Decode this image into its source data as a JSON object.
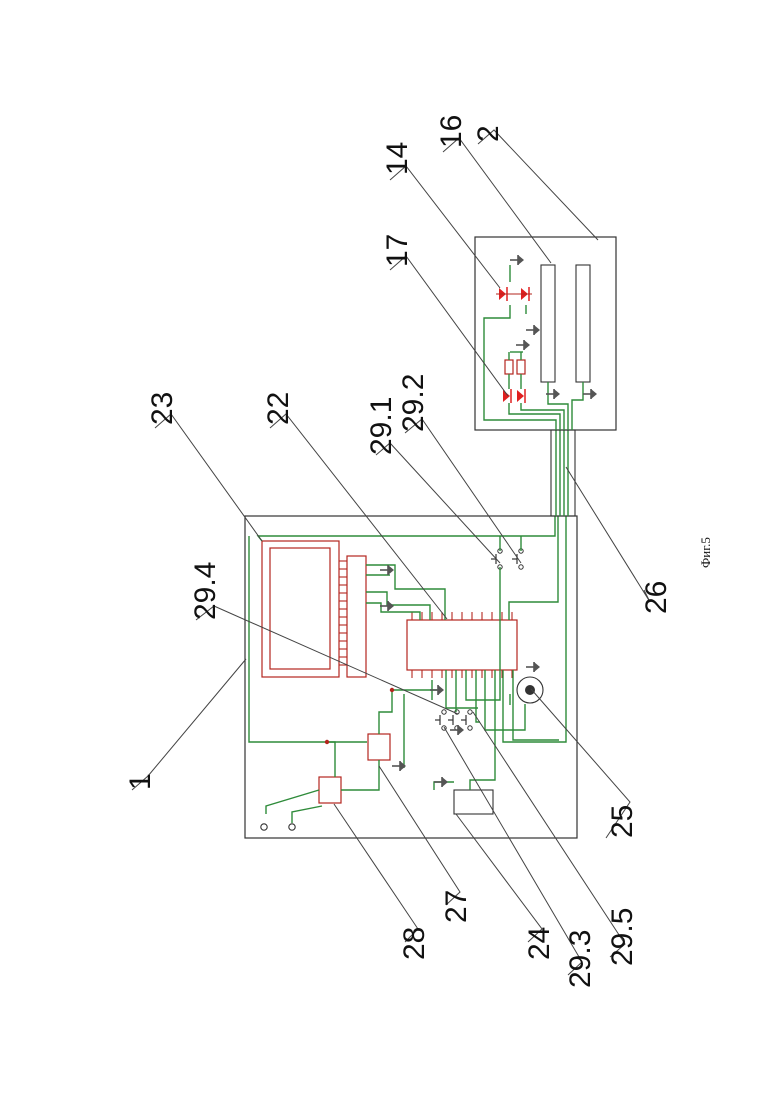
{
  "figure": {
    "caption": "Фиг.5"
  },
  "labels": {
    "l1": "1",
    "l2": "2",
    "l14": "14",
    "l16": "16",
    "l17": "17",
    "l22": "22",
    "l23": "23",
    "l24": "24",
    "l25": "25",
    "l26": "26",
    "l27": "27",
    "l28": "28",
    "l29_1": "29.1",
    "l29_2": "29.2",
    "l29_3": "29.3",
    "l29_4": "29.4",
    "l29_5": "29.5"
  },
  "colors": {
    "wire": "#2e8b3a",
    "component": "#b3261e",
    "led": "#e02020",
    "frame": "#333333"
  }
}
